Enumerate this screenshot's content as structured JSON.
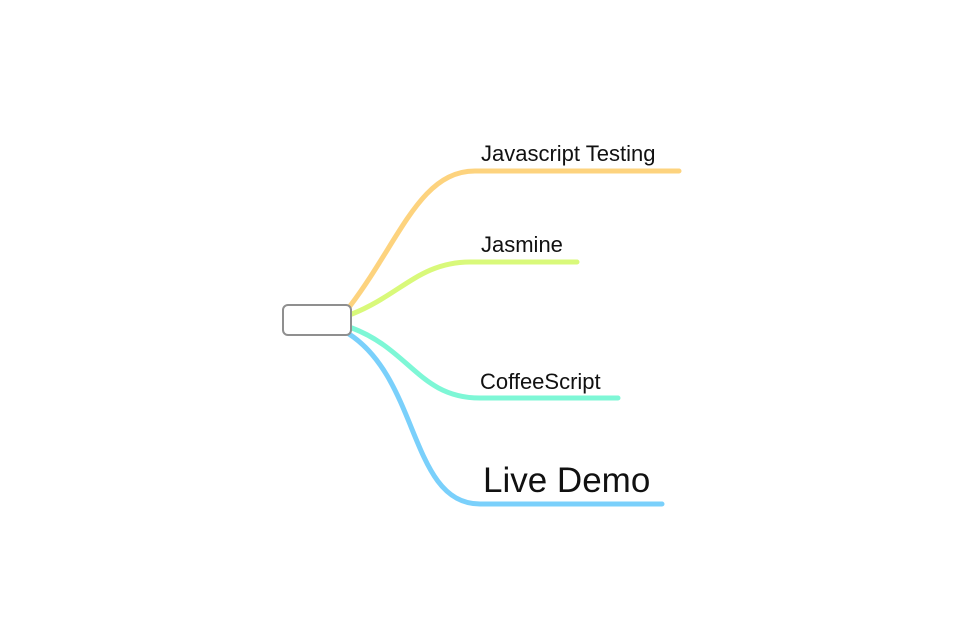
{
  "root": {
    "label": ""
  },
  "branches": [
    {
      "label": "Javascript Testing",
      "color": "#fdd37e"
    },
    {
      "label": "Jasmine",
      "color": "#d9f97a"
    },
    {
      "label": "CoffeeScript",
      "color": "#7ef7d6"
    },
    {
      "label": "Live Demo",
      "color": "#7ad0fb"
    }
  ]
}
